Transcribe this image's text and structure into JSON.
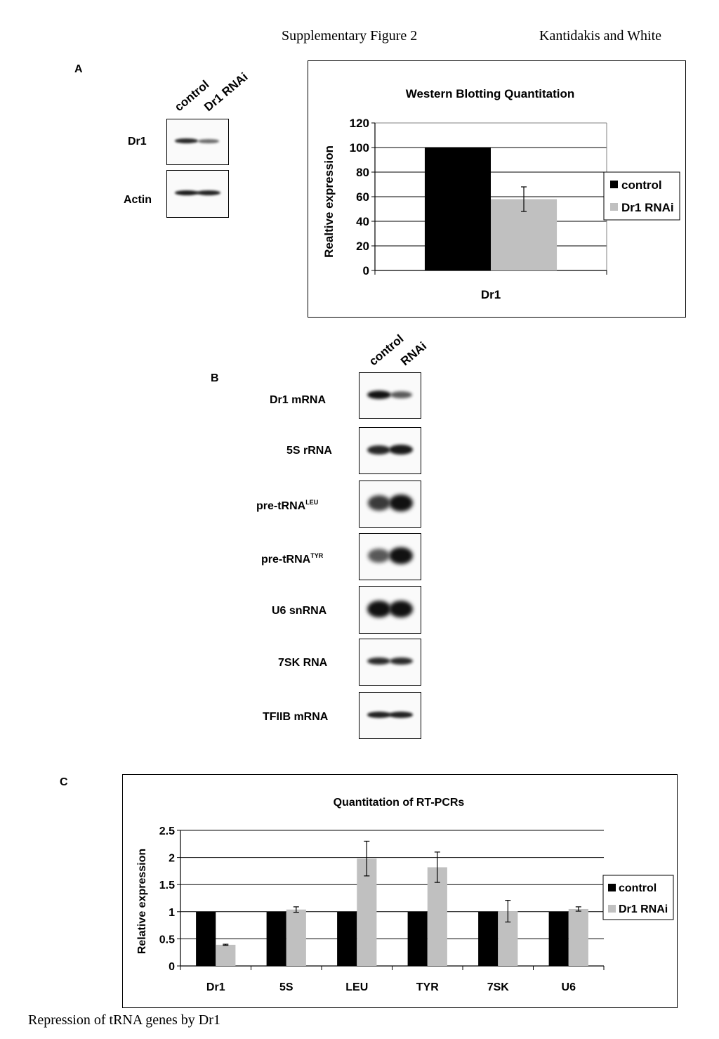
{
  "header": {
    "title": "Supplementary Figure 2",
    "authors": "Kantidakis and White"
  },
  "panel_a": {
    "letter": "A",
    "lanes": [
      "control",
      "Dr1 RNAi"
    ],
    "blots": [
      {
        "label": "Dr1",
        "intensities": [
          0.85,
          0.45
        ]
      },
      {
        "label": "Actin",
        "intensities": [
          0.95,
          0.9
        ]
      }
    ]
  },
  "panel_b": {
    "letter": "B",
    "lanes": [
      "control",
      "RNAi"
    ],
    "blots": [
      {
        "label": "Dr1 mRNA",
        "sup": "",
        "intensities": [
          1.0,
          0.55
        ]
      },
      {
        "label": "5S rRNA",
        "sup": "",
        "intensities": [
          0.85,
          0.95
        ]
      },
      {
        "label": "pre-tRNA",
        "sup": "LEU",
        "intensities": [
          0.75,
          1.0
        ]
      },
      {
        "label": "pre-tRNA",
        "sup": "TYR",
        "intensities": [
          0.55,
          1.0
        ]
      },
      {
        "label": "U6 snRNA",
        "sup": "",
        "intensities": [
          1.0,
          1.0
        ]
      },
      {
        "label": "7SK RNA",
        "sup": "",
        "intensities": [
          0.85,
          0.85
        ]
      },
      {
        "label": "TFIIB mRNA",
        "sup": "",
        "intensities": [
          0.9,
          0.9
        ]
      }
    ]
  },
  "panel_c": {
    "letter": "C"
  },
  "colors": {
    "control": "#000000",
    "rnai": "#c0c0c0"
  },
  "chart_data": [
    {
      "type": "bar",
      "title": "Western Blotting Quantitation",
      "xlabel": "Dr1",
      "ylabel": "Realtive expression",
      "categories": [
        ""
      ],
      "series": [
        {
          "name": "control",
          "values": [
            100
          ],
          "errors": [
            0
          ]
        },
        {
          "name": "Dr1 RNAi",
          "values": [
            58
          ],
          "errors": [
            10
          ]
        }
      ],
      "ylim": [
        0,
        120
      ],
      "yticks": [
        "0",
        "20",
        "40",
        "60",
        "80",
        "100",
        "120"
      ],
      "grid": true,
      "legend": "right"
    },
    {
      "type": "bar",
      "title": "Quantitation of RT-PCRs",
      "xlabel": "",
      "ylabel": "Relative expression",
      "categories": [
        "Dr1",
        "5S",
        "LEU",
        "TYR",
        "7SK",
        "U6"
      ],
      "series": [
        {
          "name": "control",
          "values": [
            1,
            1,
            1,
            1,
            1,
            1
          ],
          "errors": [
            0,
            0,
            0,
            0,
            0,
            0
          ]
        },
        {
          "name": "Dr1 RNAi",
          "values": [
            0.39,
            1.04,
            1.98,
            1.82,
            1.01,
            1.05
          ],
          "errors": [
            0.01,
            0.05,
            0.32,
            0.28,
            0.2,
            0.04
          ]
        }
      ],
      "ylim": [
        0,
        2.5
      ],
      "yticks": [
        "0",
        "0.5",
        "1",
        "1.5",
        "2",
        "2.5"
      ],
      "grid": true,
      "legend": "right"
    }
  ],
  "footer": {
    "caption": "Repression of tRNA genes by Dr1"
  }
}
